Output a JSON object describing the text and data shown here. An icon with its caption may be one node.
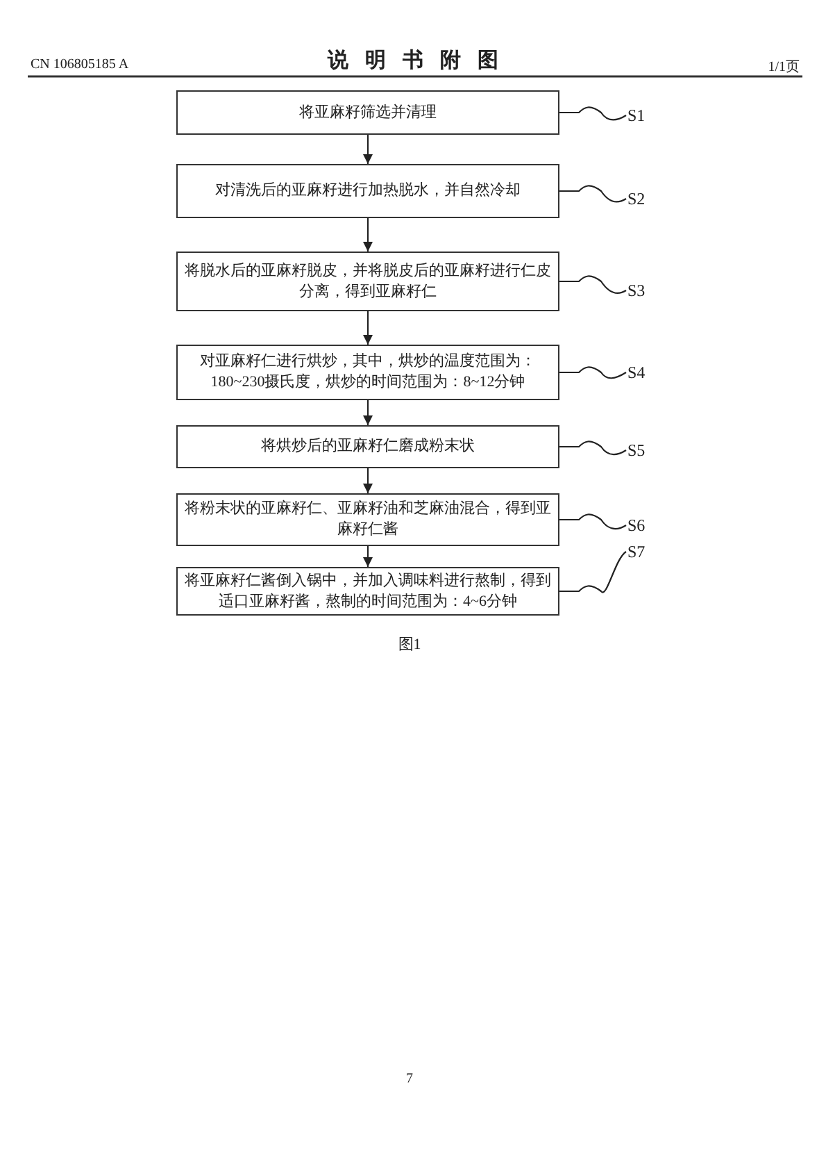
{
  "diagram": {
    "title": "说明书附图",
    "nodes": [
      {
        "text": [
          "将亚麻籽筛选并清理"
        ]
      },
      {
        "text": [
          "对清洗后的亚麻籽进行加热脱水，并自然冷却"
        ]
      },
      {
        "text": [
          "将脱水后的亚麻籽脱皮，并将脱皮后的亚麻籽进行仁皮分离，得到亚麻籽仁"
        ]
      },
      {
        "text": [
          "对亚麻籽仁进行烘炒，其中，烘炒的温度范围为：180~230摄氏度，烘炒的时间范围为：8~12分钟"
        ]
      },
      {
        "text": [
          "将烘炒后的亚麻籽仁磨成粉末状"
        ]
      },
      {
        "text": [
          "将粉末状的亚麻籽仁、亚麻籽油和芝麻油混合，得到亚麻籽仁酱"
        ]
      },
      {
        "text": [
          "将亚麻籽仁酱倒入锅中，并加入调味料进行熬制，得到适口亚麻籽酱，熬制的时间范围为：4~6分钟"
        ]
      },
      {
        "text": [
          "S1"
        ]
      },
      {
        "text": [
          "S2"
        ]
      },
      {
        "text": [
          "S3"
        ]
      },
      {
        "text": [
          "S4"
        ]
      },
      {
        "text": [
          "S5"
        ]
      },
      {
        "text": [
          "S6"
        ]
      },
      {
        "text": [
          "S7"
        ]
      }
    ],
    "edges": [
      {
        "from": 0,
        "to": 1,
        "arrow": "to"
      },
      {
        "from": 1,
        "to": 2,
        "arrow": "to"
      },
      {
        "from": 2,
        "to": 3,
        "arrow": "to"
      },
      {
        "from": 3,
        "to": 4,
        "arrow": "to"
      },
      {
        "from": 4,
        "to": 5,
        "arrow": "to"
      },
      {
        "from": 5,
        "to": 6,
        "arrow": "to"
      },
      {
        "from": 7,
        "to": 0,
        "arrow": "none"
      },
      {
        "from": 8,
        "to": 1,
        "arrow": "none"
      },
      {
        "from": 9,
        "to": 2,
        "arrow": "none"
      },
      {
        "from": 10,
        "to": 3,
        "arrow": "none"
      },
      {
        "from": 11,
        "to": 4,
        "arrow": "none"
      },
      {
        "from": 12,
        "to": 5,
        "arrow": "none"
      },
      {
        "from": 13,
        "to": 6,
        "arrow": "none"
      }
    ],
    "labels": [
      "CN 106805185 A",
      "1/1页",
      "图1",
      "7"
    ]
  }
}
